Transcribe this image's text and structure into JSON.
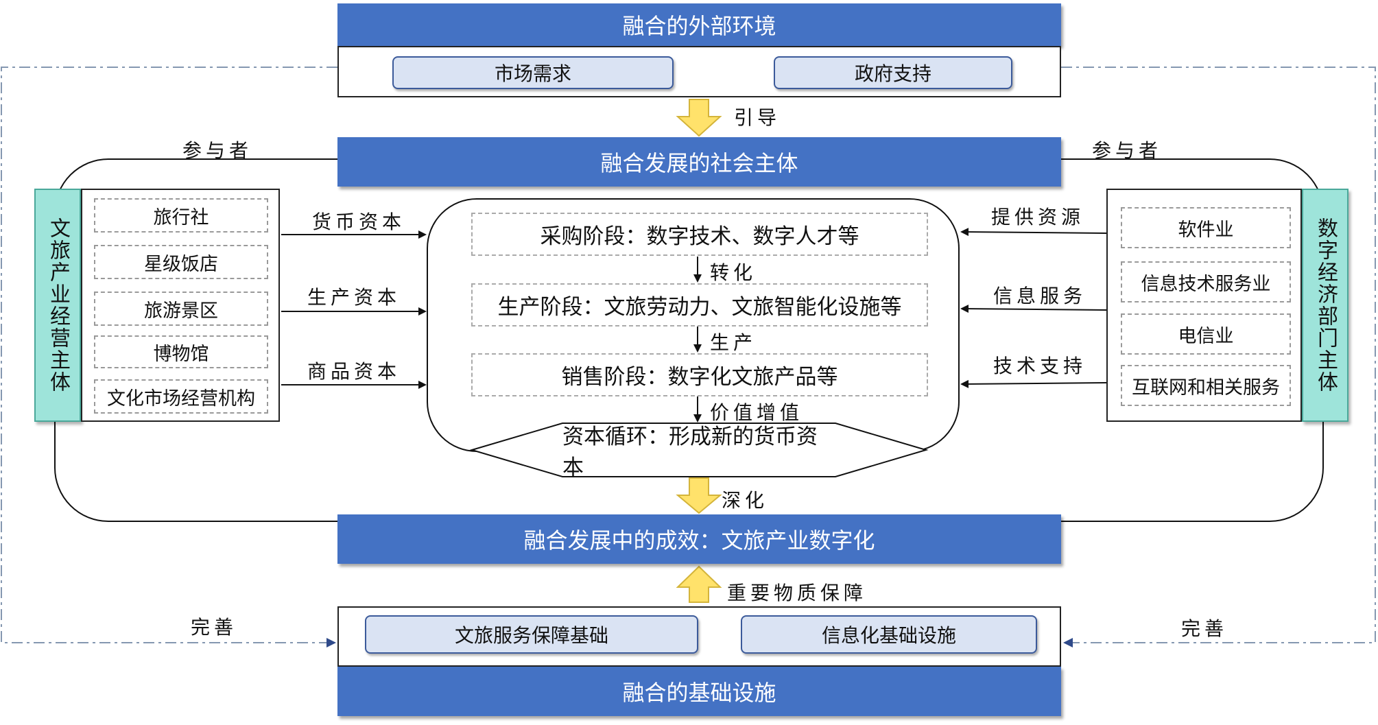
{
  "external_env": {
    "title": "融合的外部环境",
    "items": [
      "市场需求",
      "政府支持"
    ]
  },
  "arrow_guide": "引导",
  "social_subject": {
    "title": "融合发展的社会主体"
  },
  "participant_left": "参与者",
  "participant_right": "参与者",
  "left_subject": {
    "title": "文旅产业经营主体",
    "items": [
      "旅行社",
      "星级饭店",
      "旅游景区",
      "博物馆",
      "文化市场经营机构"
    ]
  },
  "right_subject": {
    "title": "数字经济部门主体",
    "items": [
      "软件业",
      "信息技术服务业",
      "电信业",
      "互联网和相关服务"
    ]
  },
  "left_flows": [
    "货币资本",
    "生产资本",
    "商品资本"
  ],
  "right_flows": [
    "提供资源",
    "信息服务",
    "技术支持"
  ],
  "stages": [
    "采购阶段：数字技术、数字人才等",
    "生产阶段：文旅劳动力、文旅智能化设施等",
    "销售阶段：数字化文旅产品等"
  ],
  "stage_arrows": [
    "转化",
    "生产",
    "价值增值"
  ],
  "capital_cycle": "资本循环：形成新的货币资本",
  "arrow_deepen": "深化",
  "result": {
    "title": "融合发展中的成效：文旅产业数字化"
  },
  "arrow_support": "重要物质保障",
  "infrastructure": {
    "title": "融合的基础设施",
    "items": [
      "文旅服务保障基础",
      "信息化基础设施"
    ]
  },
  "improve_left": "完善",
  "improve_right": "完善",
  "colors": {
    "bar_blue": "#4472c4",
    "pill_fill": "#dae3f3",
    "teal": "#9ee4da",
    "arrow_yellow": "#ffe26b",
    "dash_line": "#8497b0"
  }
}
